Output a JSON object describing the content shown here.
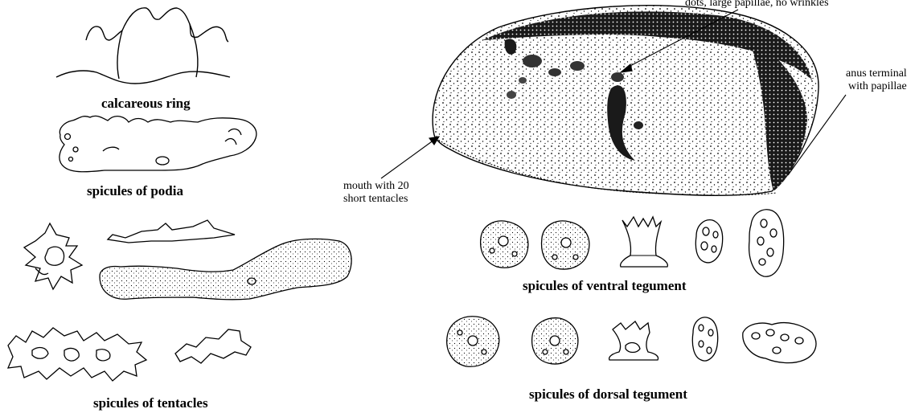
{
  "captions": {
    "calcareous_ring": "calcareous ring",
    "podia": "spicules of podia",
    "tentacles": "spicules of tentacles",
    "ventral": "spicules of ventral tegument",
    "dorsal": "spicules of dorsal tegument"
  },
  "annotations": {
    "dorsal_note": "dots, large papillae, no wrinkles",
    "anus_line1": "anus terminal",
    "anus_line2": "with papillae",
    "mouth_line1": "mouth with 20",
    "mouth_line2": "short tentacles"
  },
  "colors": {
    "ink": "#000000",
    "paper": "#ffffff",
    "shade": "#2a2a2a"
  }
}
